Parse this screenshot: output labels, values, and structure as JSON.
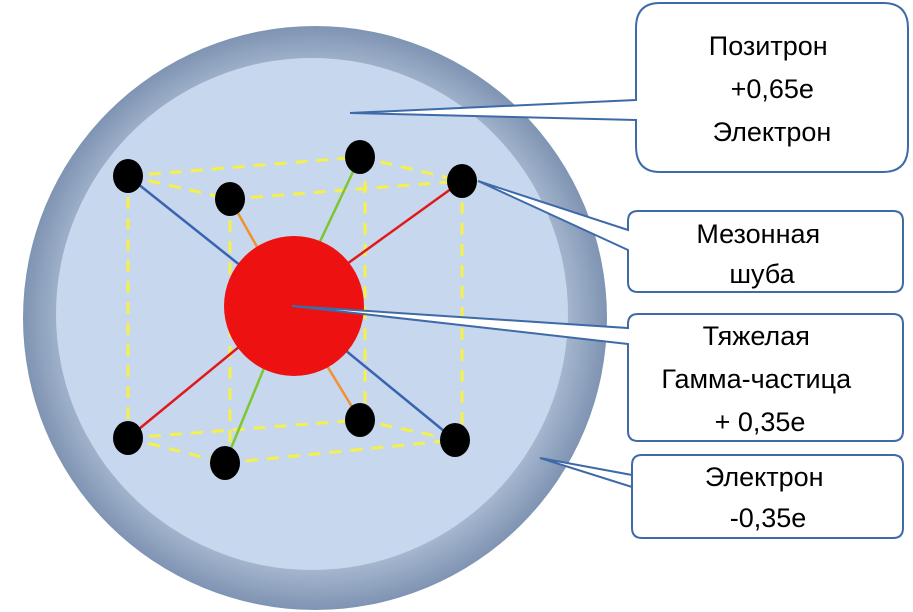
{
  "callouts": {
    "positron": {
      "lines": [
        "Позитрон",
        "+0,65е",
        "Электрон"
      ]
    },
    "meson_coat": {
      "lines": [
        "Мезонная",
        "шуба"
      ]
    },
    "heavy_gamma": {
      "lines": [
        "Тяжелая",
        "Гамма-частица",
        "+ 0,35е"
      ]
    },
    "electron": {
      "lines": [
        "Электрон",
        "-0,35е"
      ]
    }
  },
  "colors": {
    "outer_ring": "#8fa3bf",
    "inner_disk": "#c6d7ee",
    "nucleus": "#ee1111",
    "particle": "#000000",
    "cube_edge": "#f5f04a",
    "callout_border": "#3e6aa8",
    "bond_blue": "#3a64b0",
    "bond_red": "#e01a1a",
    "bond_green": "#7cc72f",
    "bond_orange": "#f0922e"
  }
}
